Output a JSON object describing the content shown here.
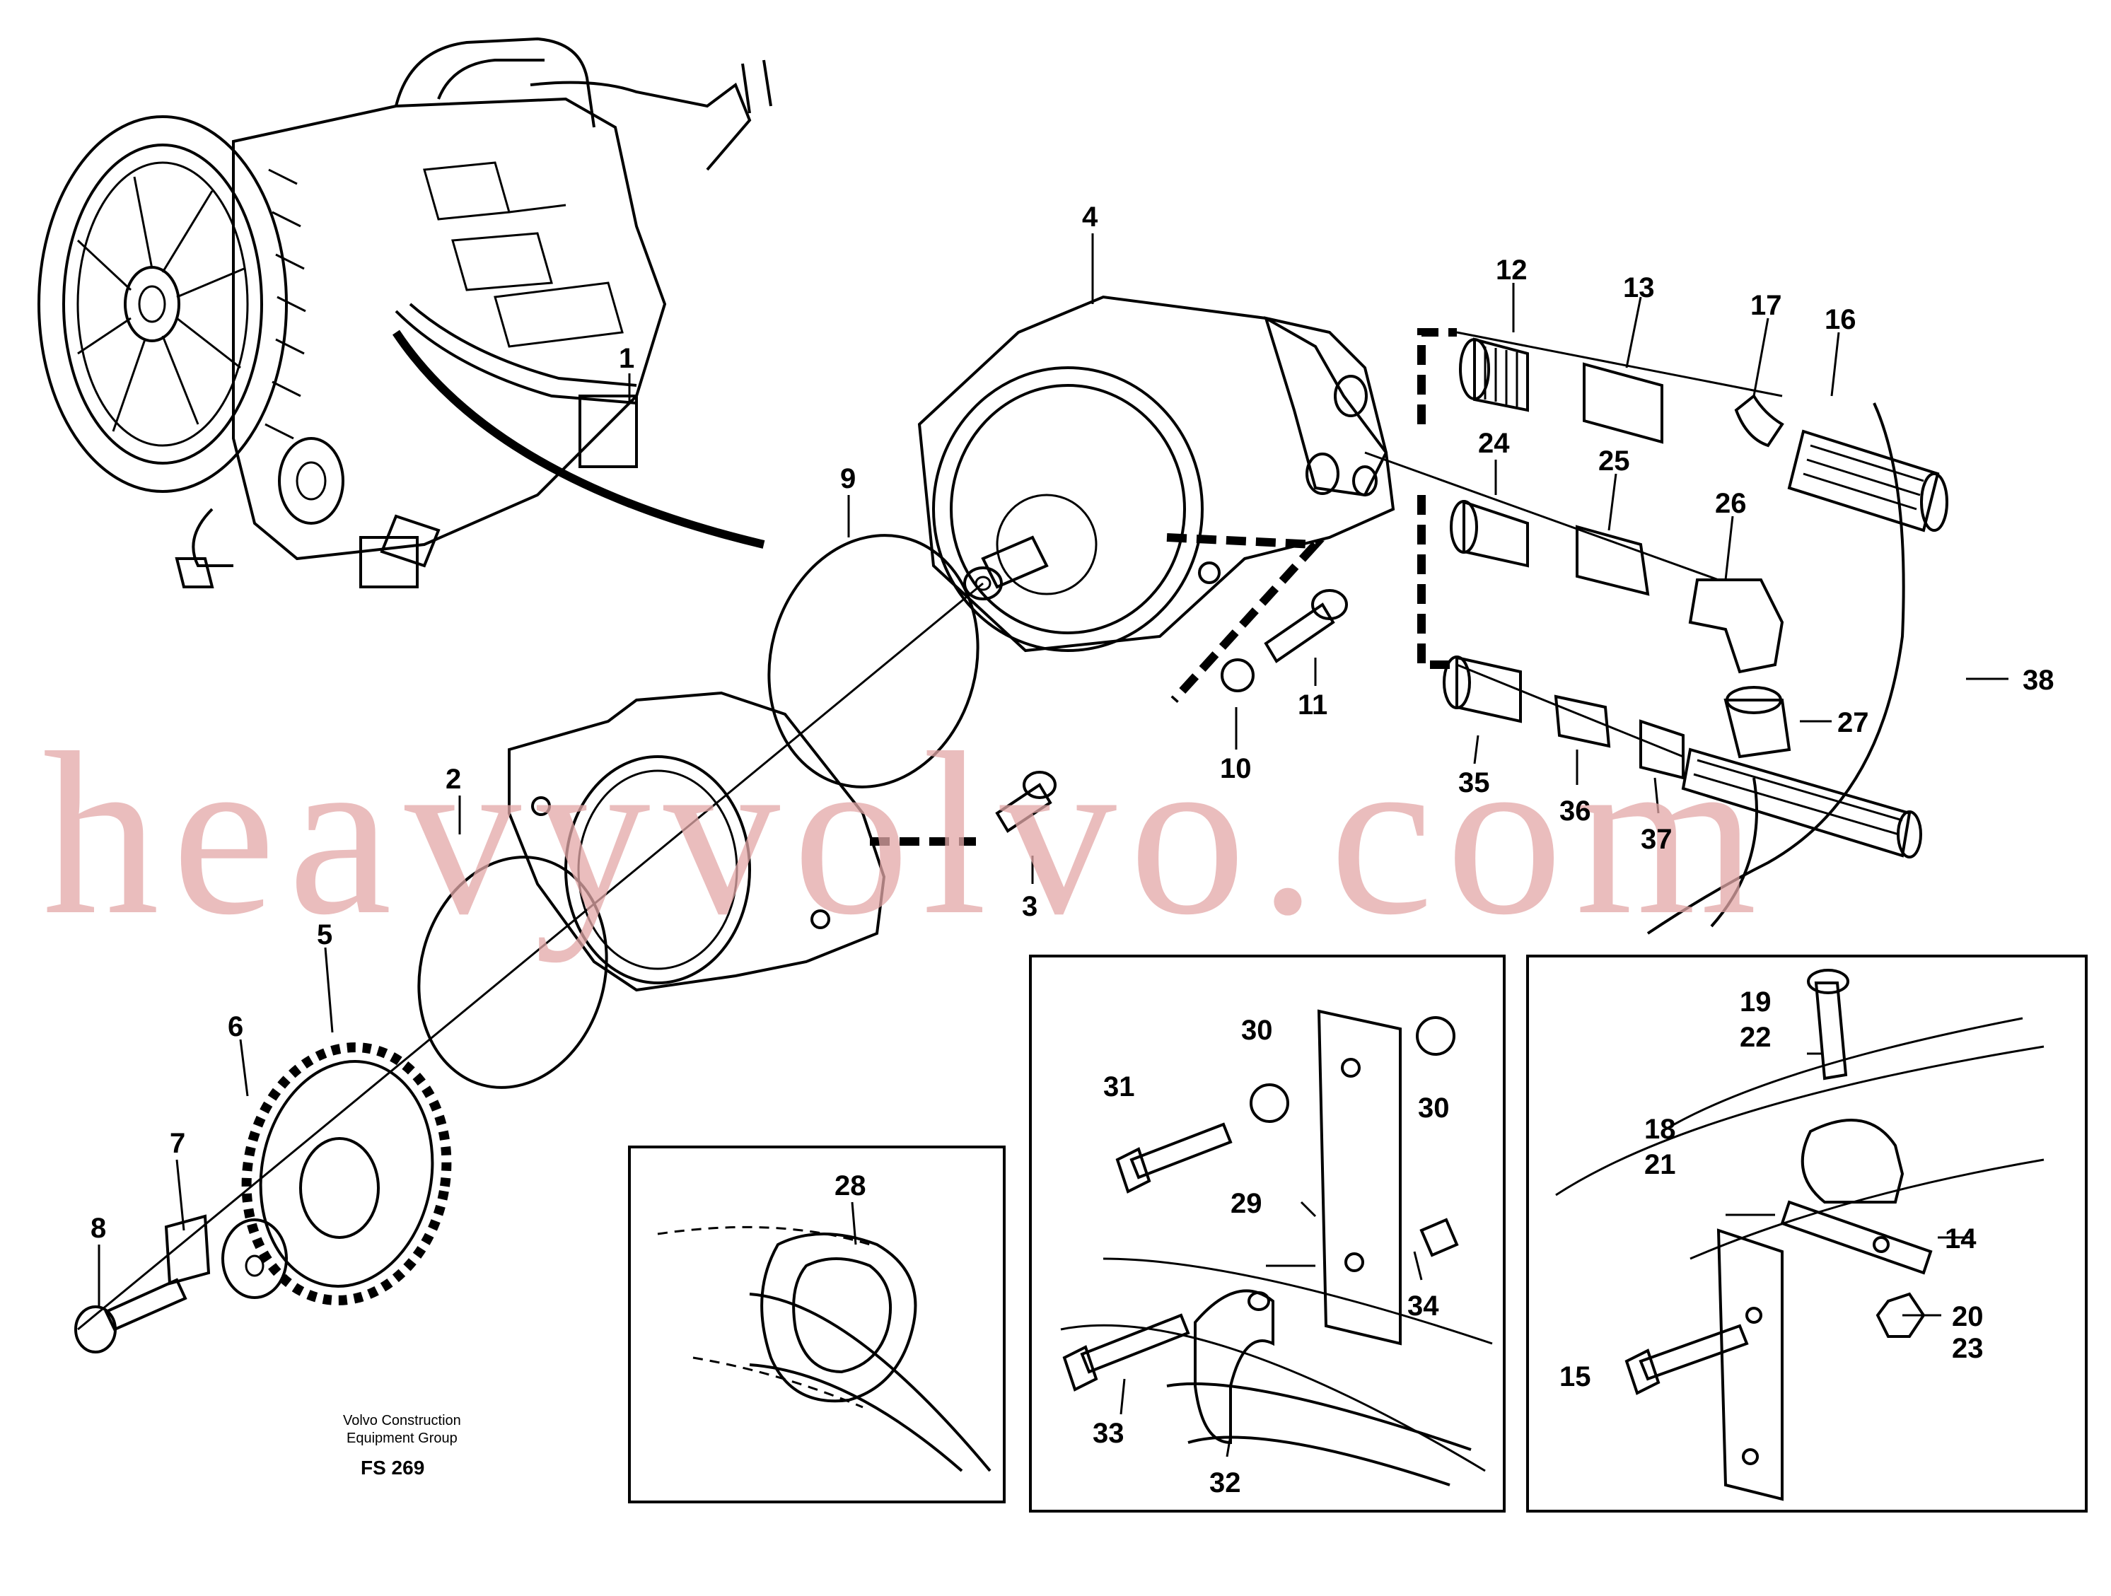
{
  "watermark": "heavyvolvo.com",
  "footer": {
    "line1": "Volvo Construction",
    "line2": "Equipment Group",
    "code": "FS 269"
  },
  "labels": {
    "p1": "1",
    "p2": "2",
    "p3": "3",
    "p4": "4",
    "p5": "5",
    "p6": "6",
    "p7": "7",
    "p8": "8",
    "p9": "9",
    "p10": "10",
    "p11": "11",
    "p12": "12",
    "p13": "13",
    "p14": "14",
    "p15": "15",
    "p16": "16",
    "p17": "17",
    "p18": "18",
    "p19": "19",
    "p20": "20",
    "p21": "21",
    "p22": "22",
    "p23": "23",
    "p24": "24",
    "p25": "25",
    "p26": "26",
    "p27": "27",
    "p28": "28",
    "p29": "29",
    "p30a": "30",
    "p30b": "30",
    "p31": "31",
    "p32": "32",
    "p33": "33",
    "p34": "34",
    "p35": "35",
    "p36": "36",
    "p37": "37",
    "p38": "38"
  },
  "icons": {
    "engine": "engine-illustration",
    "pump": "hydraulic-pump",
    "gear": "drive-gear",
    "flange": "pump-mounting-flange"
  }
}
